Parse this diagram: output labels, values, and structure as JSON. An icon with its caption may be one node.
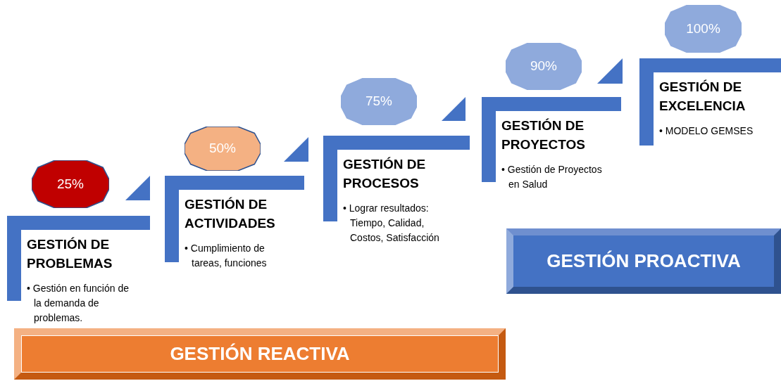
{
  "diagram": {
    "nodes": [
      {
        "text": [
          "25%"
        ]
      },
      {
        "text": [
          "GESTIÓN DE PROBLEMAS",
          "• Gestión en función de la demanda de problemas."
        ]
      },
      {
        "text": [
          "50%"
        ]
      },
      {
        "text": [
          "GESTIÓN DE ACTIVIDADES",
          "• Cumplimiento de tareas, funciones"
        ]
      },
      {
        "text": [
          "75%"
        ]
      },
      {
        "text": [
          "GESTIÓN DE PROCESOS",
          "• Lograr resultados: Tiempo, Calidad, Costos, Satisfacción"
        ]
      },
      {
        "text": [
          "90%"
        ]
      },
      {
        "text": [
          "GESTIÓN DE PROYECTOS",
          "• Gestión de Proyectos en Salud"
        ]
      },
      {
        "text": [
          "100%"
        ]
      },
      {
        "text": [
          "GESTIÓN DE EXCELENCIA",
          "• MODELO GEMSES"
        ]
      },
      {
        "text": [
          "GESTIÓN PROACTIVA"
        ]
      },
      {
        "text": [
          "GESTIÓN REACTIVA"
        ]
      }
    ],
    "edges": []
  }
}
